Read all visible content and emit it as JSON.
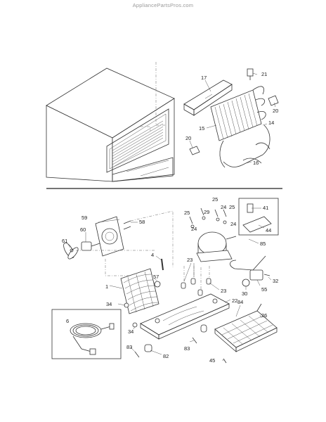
{
  "watermark": "AppliancePartsPros.com",
  "labels": {
    "p17": "17",
    "p21": "21",
    "p20a": "20",
    "p15": "15",
    "p14": "14",
    "p20b": "20",
    "p16": "16",
    "p25a": "25",
    "p25b": "25",
    "p25c": "25",
    "p24a": "24",
    "p24b": "24",
    "p24c": "24",
    "p29": "29",
    "p59": "59",
    "p58": "58",
    "p60": "60",
    "p61": "61",
    "p4": "4",
    "p41": "41",
    "p44": "44",
    "p85": "85",
    "p23a": "23",
    "p23b": "23",
    "p57": "57",
    "p1": "1",
    "p30": "30",
    "p55": "55",
    "p32": "32",
    "p34a": "34",
    "p34b": "34",
    "p22": "22",
    "p84": "84",
    "p26": "26",
    "p6": "6",
    "p83a": "83",
    "p83b": "83",
    "p82": "82",
    "p45": "45"
  }
}
